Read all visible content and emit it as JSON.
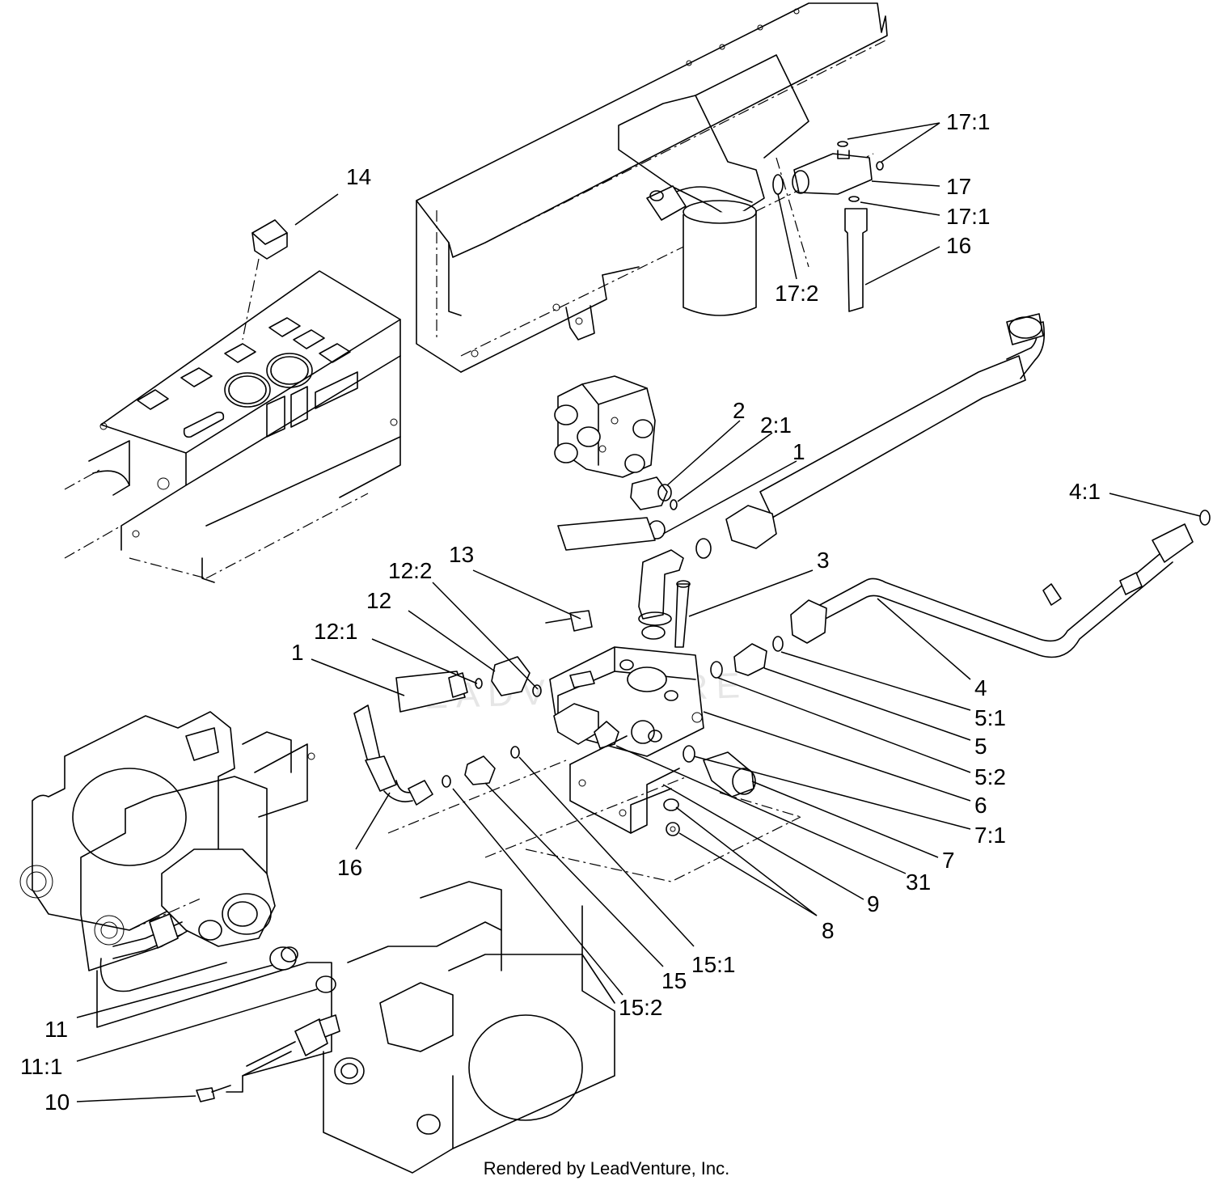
{
  "credit": "Rendered by LeadVenture, Inc.",
  "watermark": "LEADVENTURE",
  "callouts": [
    {
      "id": "c-17-1-a",
      "label": "17:1"
    },
    {
      "id": "c-17",
      "label": "17"
    },
    {
      "id": "c-17-1-b",
      "label": "17:1"
    },
    {
      "id": "c-16-top",
      "label": "16"
    },
    {
      "id": "c-17-2",
      "label": "17:2"
    },
    {
      "id": "c-14",
      "label": "14"
    },
    {
      "id": "c-2",
      "label": "2"
    },
    {
      "id": "c-2-1",
      "label": "2:1"
    },
    {
      "id": "c-1-right",
      "label": "1"
    },
    {
      "id": "c-4-1",
      "label": "4:1"
    },
    {
      "id": "c-3",
      "label": "3"
    },
    {
      "id": "c-13",
      "label": "13"
    },
    {
      "id": "c-12-2",
      "label": "12:2"
    },
    {
      "id": "c-12",
      "label": "12"
    },
    {
      "id": "c-12-1",
      "label": "12:1"
    },
    {
      "id": "c-1-left",
      "label": "1"
    },
    {
      "id": "c-4",
      "label": "4"
    },
    {
      "id": "c-5-1",
      "label": "5:1"
    },
    {
      "id": "c-5",
      "label": "5"
    },
    {
      "id": "c-5-2",
      "label": "5:2"
    },
    {
      "id": "c-6",
      "label": "6"
    },
    {
      "id": "c-7-1",
      "label": "7:1"
    },
    {
      "id": "c-7",
      "label": "7"
    },
    {
      "id": "c-31",
      "label": "31"
    },
    {
      "id": "c-9",
      "label": "9"
    },
    {
      "id": "c-8",
      "label": "8"
    },
    {
      "id": "c-16-left",
      "label": "16"
    },
    {
      "id": "c-15-1",
      "label": "15:1"
    },
    {
      "id": "c-15",
      "label": "15"
    },
    {
      "id": "c-15-2",
      "label": "15:2"
    },
    {
      "id": "c-11",
      "label": "11"
    },
    {
      "id": "c-11-1",
      "label": "11:1"
    },
    {
      "id": "c-10",
      "label": "10"
    }
  ]
}
